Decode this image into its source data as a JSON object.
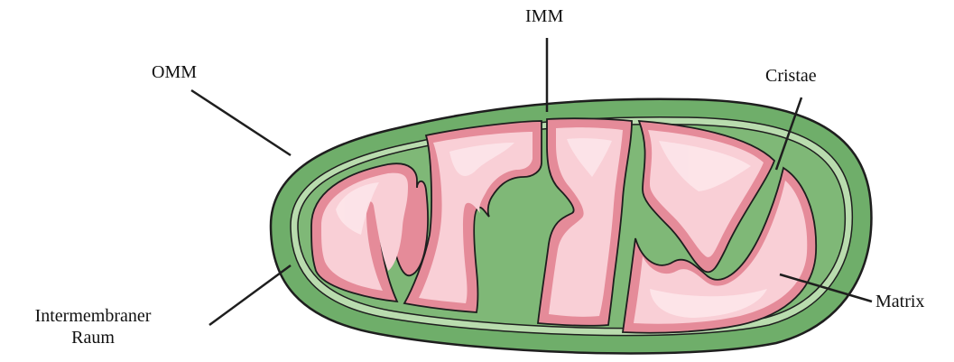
{
  "diagram": {
    "labels": {
      "imm": "IMM",
      "omm": "OMM",
      "cristae": "Cristae",
      "matrix": "Matrix",
      "intermembrane_line1": "Intermembraner",
      "intermembrane_line2": "Raum"
    },
    "colors": {
      "outer_membrane": "#6fae6a",
      "outer_membrane_light": "#b9dcae",
      "intermembrane_space": "#7fb877",
      "inner_membrane": "#e58b99",
      "matrix": "#f9cfd6",
      "matrix_highlight": "#fde6ea",
      "outline": "#1e1e1e"
    }
  }
}
